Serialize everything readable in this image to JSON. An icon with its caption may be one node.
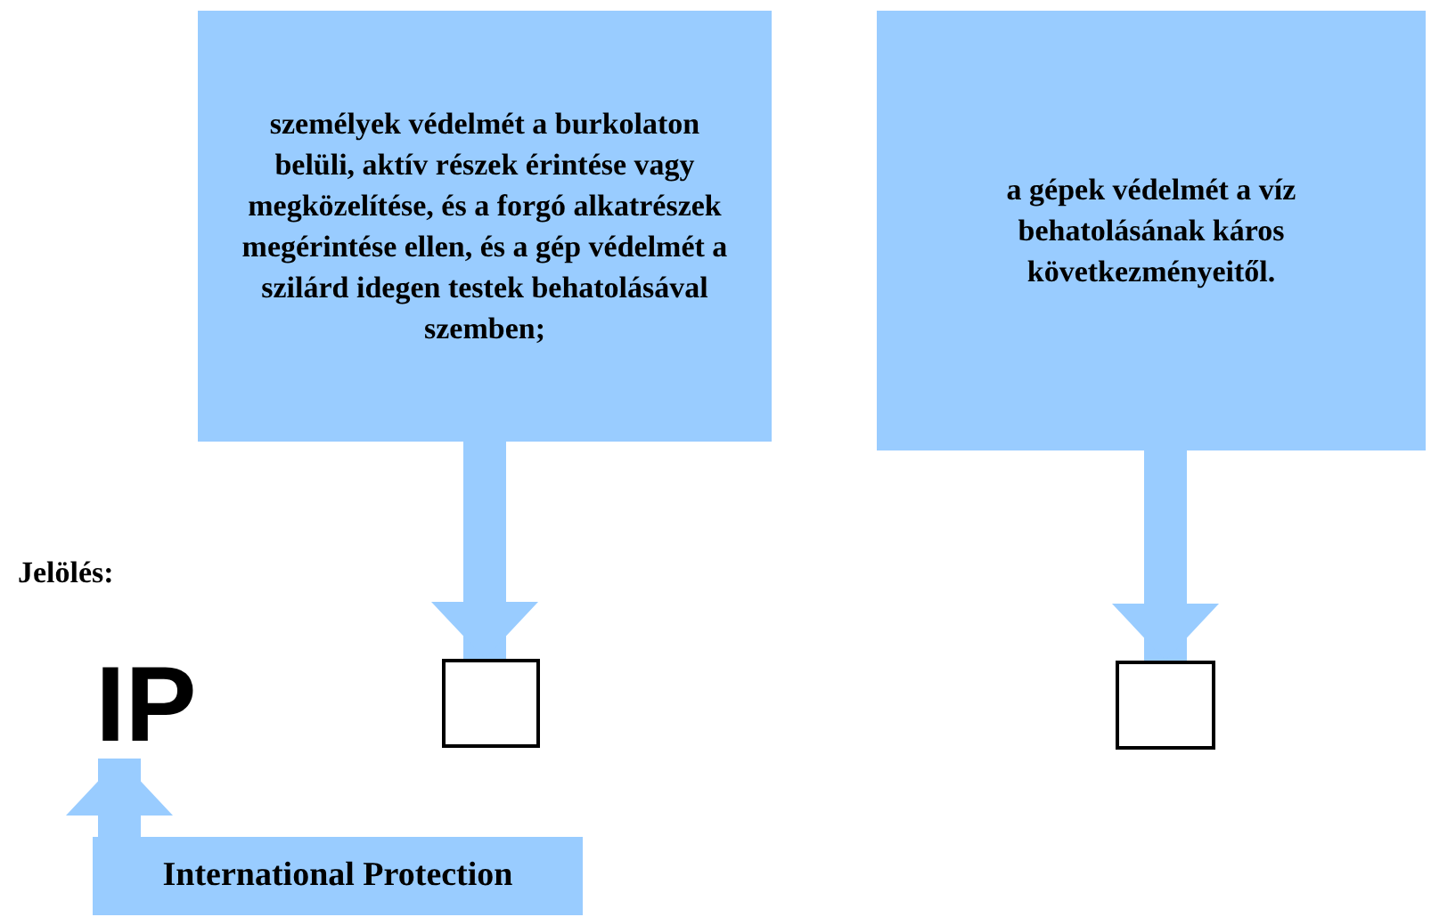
{
  "diagram": {
    "nodes": [
      {
        "text": [
          "személyek védelmét a burkolaton belüli, aktív részek érintése vagy megközelítése, és a forgó alkatrészek megérintése ellen, és a gép védelmét a szilárd idegen testek behatolásával szemben;"
        ]
      },
      {
        "text": [
          "a gépek védelmét a víz behatolásának káros következményeitől."
        ]
      },
      {
        "text": [],
        "shape": "box"
      },
      {
        "text": [],
        "shape": "box"
      },
      {
        "text": [
          "IP"
        ]
      },
      {
        "text": [
          "International Protection"
        ]
      }
    ],
    "edges": [
      {
        "from": 0,
        "to": 2,
        "arrow": "to"
      },
      {
        "from": 1,
        "to": 3,
        "arrow": "to"
      },
      {
        "from": 5,
        "to": 4,
        "arrow": "to"
      }
    ],
    "labels": [
      "Jelölés:"
    ]
  }
}
